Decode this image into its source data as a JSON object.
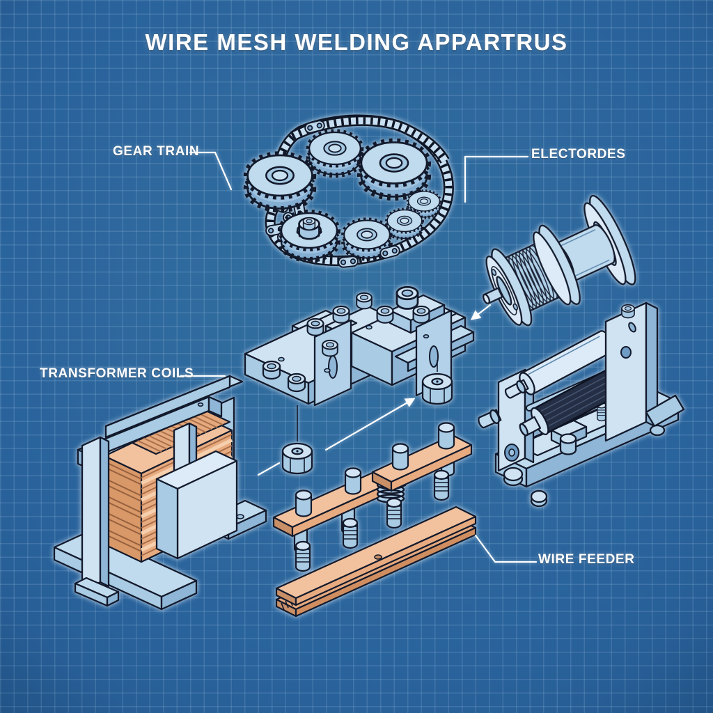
{
  "diagram": {
    "title": "WIRE MESH WELDING APPARTRUS",
    "labels": {
      "gear_train": "GEAR TRAIN",
      "electrodes": "ELECTORDES",
      "transformer_coils": "TRANSFORMER COILS",
      "wire_feeder": "WIRE FEEDER"
    },
    "components": [
      "gear train with roller chain",
      "wire spool",
      "welding head assembly with hex nuts",
      "transformer with copper coil laminations",
      "copper bus bars with studs and spring",
      "wire feeder roller unit"
    ],
    "palette": {
      "background_blue": "#2a639c",
      "grid_line": "#6d9bc9",
      "part_fill": "#c0dbee",
      "part_shade": "#8fb6d6",
      "outline_ink": "#131a2c",
      "copper_light": "#f2c29e",
      "copper_dark": "#a96f4a",
      "label_white": "#ffffff",
      "dark_roller": "#242e44"
    }
  }
}
